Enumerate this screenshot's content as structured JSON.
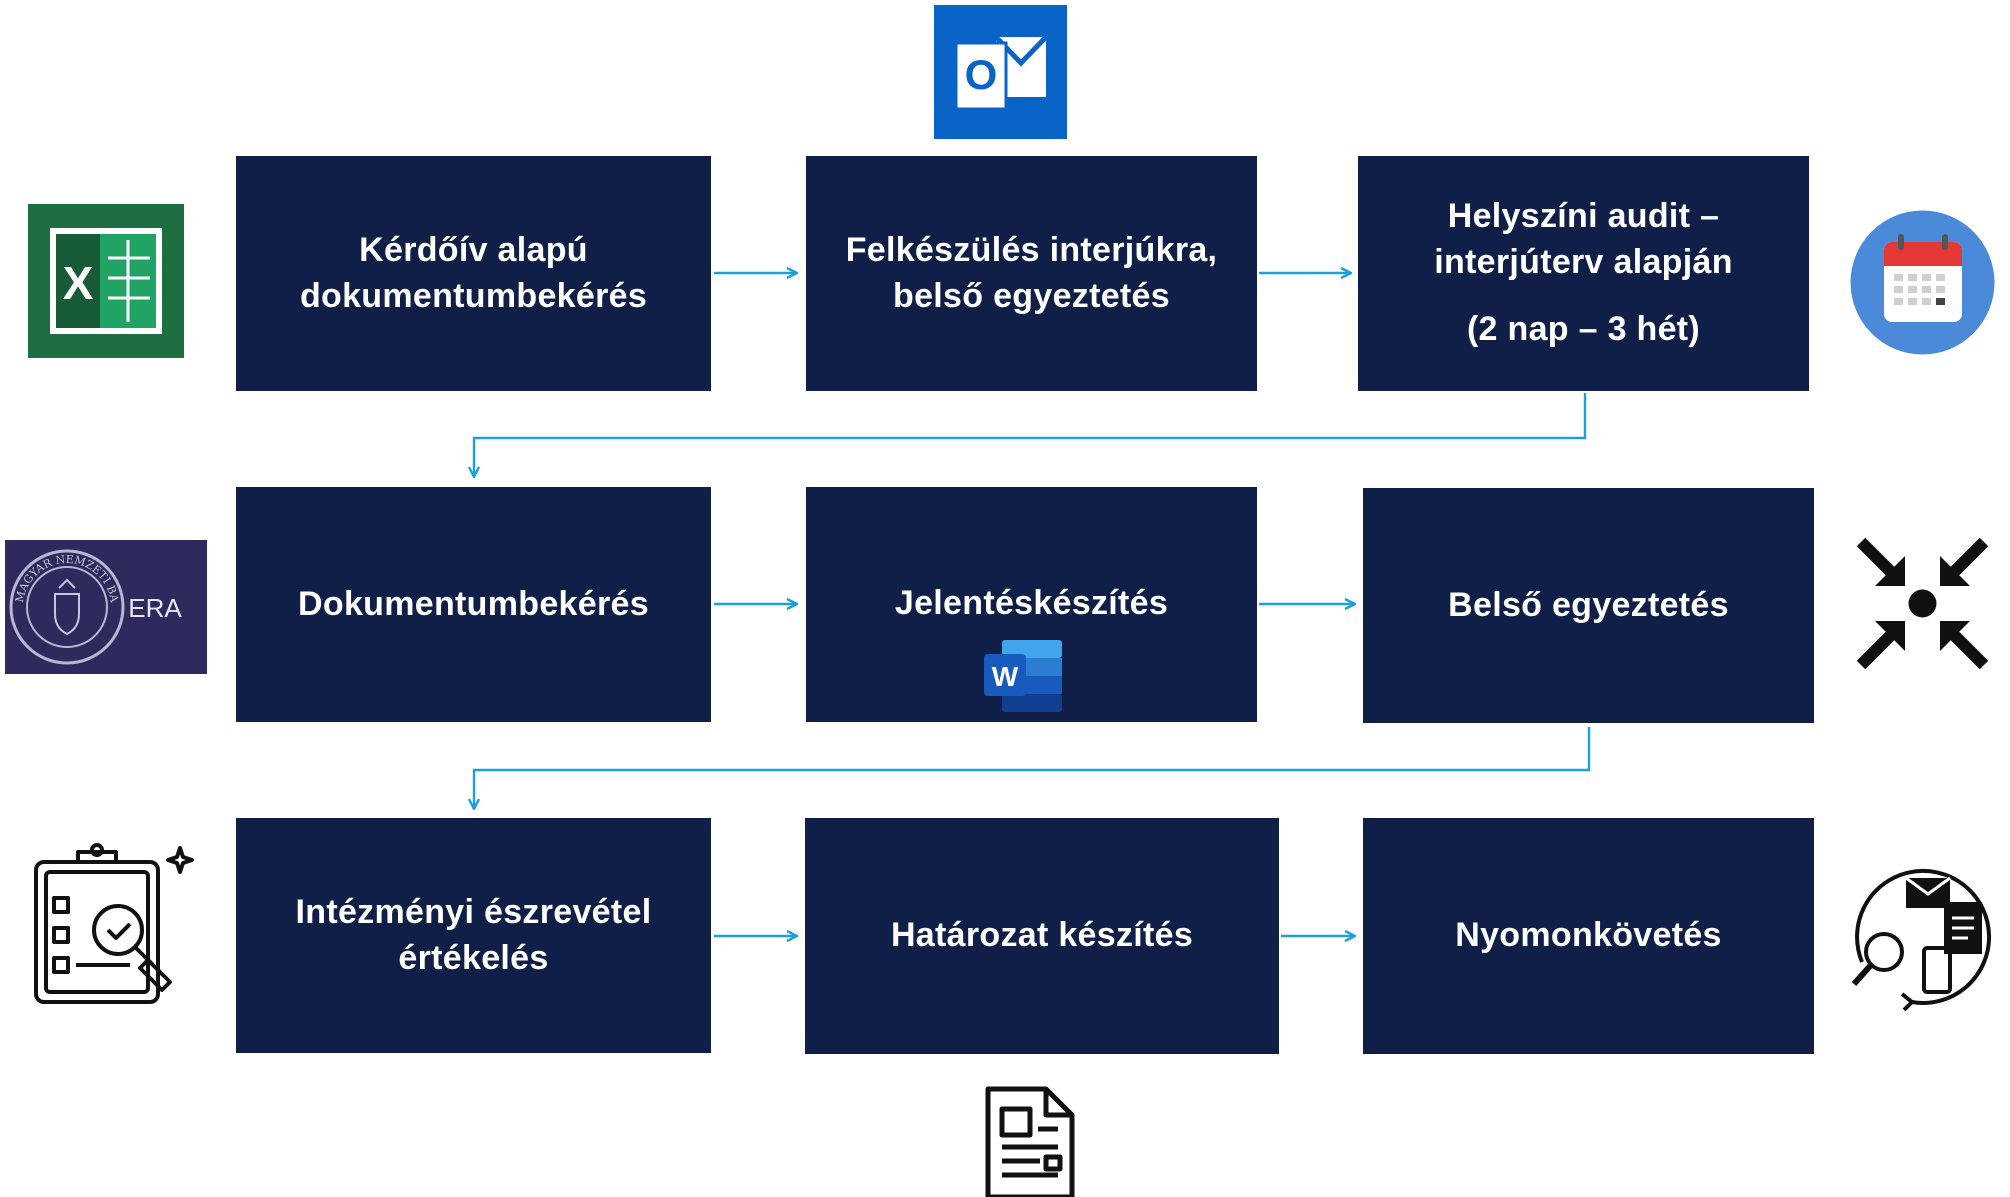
{
  "steps": [
    {
      "label": "Kérdőív alapú dokumentumbekérés"
    },
    {
      "label": "Felkészülés interjúkra, belső egyeztetés"
    },
    {
      "label": "Helyszíni audit – interjúterv alapján",
      "note": "(2 nap – 3 hét)"
    },
    {
      "label": "Dokumentumbekérés"
    },
    {
      "label": "Jelentéskészítés"
    },
    {
      "label": "Belső egyeztetés"
    },
    {
      "label": "Intézményi észrevétel értékelés"
    },
    {
      "label": "Határozat készítés"
    },
    {
      "label": "Nyomonkövetés"
    }
  ],
  "logos": {
    "excel": "X",
    "outlook": "O",
    "word": "W",
    "era": "ERA",
    "mnb_seal": "MAGYAR NEMZETI BANK"
  },
  "icons": [
    "excel-icon",
    "outlook-icon",
    "calendar-icon",
    "era-logo",
    "word-icon",
    "converge-arrows-icon",
    "audit-checklist-icon",
    "follow-up-icon",
    "document-icon"
  ],
  "colors": {
    "box": "#0f1f47",
    "connector": "#1a9fe0",
    "box_text": "#ffffff"
  }
}
